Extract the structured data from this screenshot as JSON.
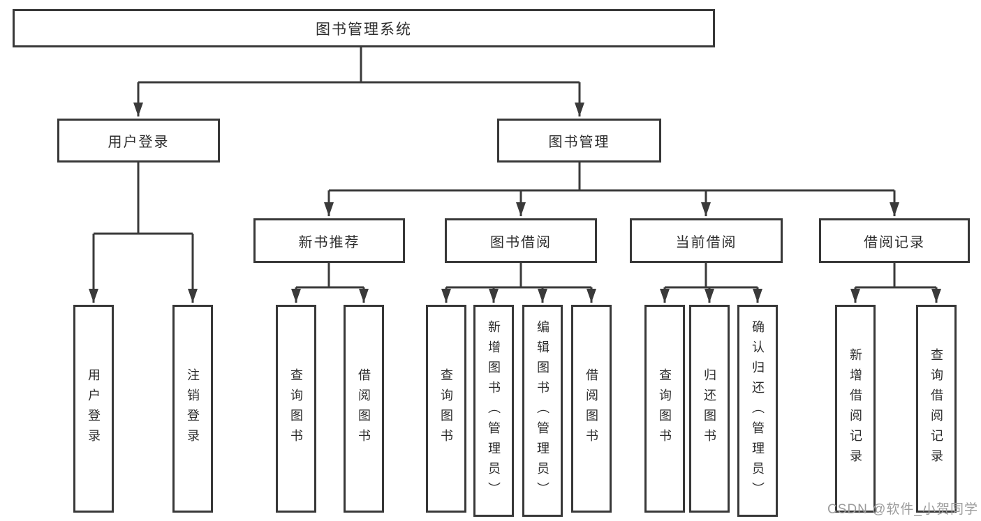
{
  "tree": {
    "root": {
      "label": "图书管理系统"
    },
    "children": [
      {
        "label": "用户登录",
        "children": [
          {
            "label": "用户登录"
          },
          {
            "label": "注销登录"
          }
        ]
      },
      {
        "label": "图书管理",
        "children": [
          {
            "label": "新书推荐",
            "children": [
              {
                "label": "查询图书"
              },
              {
                "label": "借阅图书"
              }
            ]
          },
          {
            "label": "图书借阅",
            "children": [
              {
                "label": "查询图书"
              },
              {
                "label": "新增图书（管理员）"
              },
              {
                "label": "编辑图书（管理员）"
              },
              {
                "label": "借阅图书"
              }
            ]
          },
          {
            "label": "当前借阅",
            "children": [
              {
                "label": "查询图书"
              },
              {
                "label": "归还图书"
              },
              {
                "label": "确认归还（管理员）"
              }
            ]
          },
          {
            "label": "借阅记录",
            "children": [
              {
                "label": "新增借阅记录"
              },
              {
                "label": "查询借阅记录"
              }
            ]
          }
        ]
      }
    ]
  },
  "watermark": {
    "text": "CSDN @软件_小贺同学"
  },
  "colors": {
    "line": "#3a3a3a",
    "box_border": "#383838",
    "text": "#2d2d2d",
    "watermark": "#9c9c9c",
    "background": "#ffffff"
  }
}
